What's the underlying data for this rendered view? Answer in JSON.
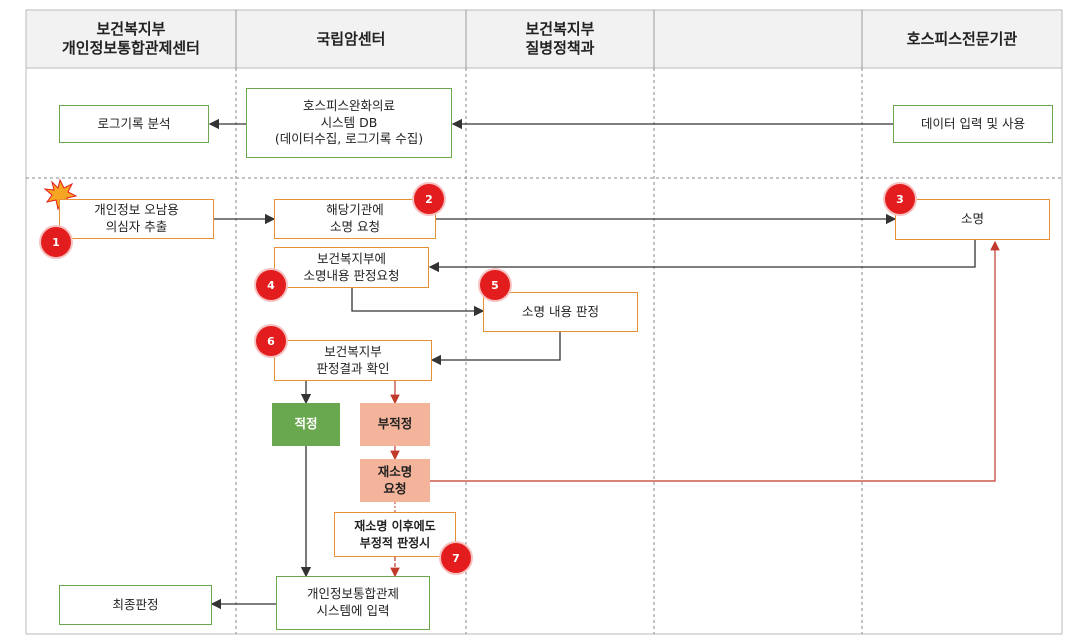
{
  "lanes": [
    {
      "title": "보건복지부\n개인정보통합관제센터"
    },
    {
      "title": "국립암센터"
    },
    {
      "title": "보건복지부\n질병정책과"
    },
    {
      "title": ""
    },
    {
      "title": "호스피스전문기관"
    }
  ],
  "nodes": {
    "log_analysis": "로그기록 분석",
    "hospice_db": "호스피스완화의료\n시스템 DB\n(데이터수집, 로그기록 수집)",
    "data_input": "데이터 입력 및 사용",
    "suspect": "개인정보 오남용\n의심자 추출",
    "request_explain": "해당기관에\n소명 요청",
    "explain": "소명",
    "request_judge": "보건복지부에\n소명내용 판정요청",
    "judge": "소명 내용 판정",
    "confirm": "보건복지부\n판정결과 확인",
    "proper": "적정",
    "improper": "부적정",
    "re_request": "재소명\n요청",
    "re_improper": "재소명 이후에도\n부정적 판정시",
    "input_system": "개인정보통합관제\n시스템에 입력",
    "final": "최종판정"
  },
  "badges": [
    "1",
    "2",
    "3",
    "4",
    "5",
    "6",
    "7"
  ],
  "colors": {
    "green": "#6aa84f",
    "orange": "#e69138",
    "salmon": "#f4b49b",
    "red_line": "#c0392b",
    "badge": "#e31d1d"
  }
}
